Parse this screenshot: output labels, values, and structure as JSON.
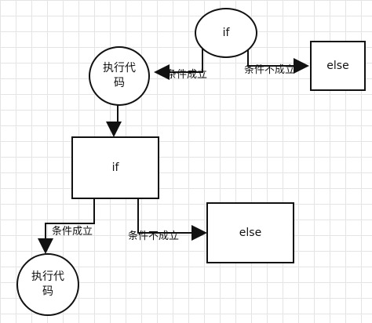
{
  "diagram": {
    "top": {
      "condition": "if",
      "exec": "执行代\n码",
      "else_box": "else",
      "true_label": "条件成立",
      "false_label": "条件不成立"
    },
    "bottom": {
      "condition": "if",
      "exec": "执行代\n码",
      "else_box": "else",
      "true_label": "条件成立",
      "false_label": "条件不成立"
    }
  },
  "colors": {
    "stroke": "#111111",
    "grid": "#e4e4e4",
    "background": "#ffffff"
  }
}
